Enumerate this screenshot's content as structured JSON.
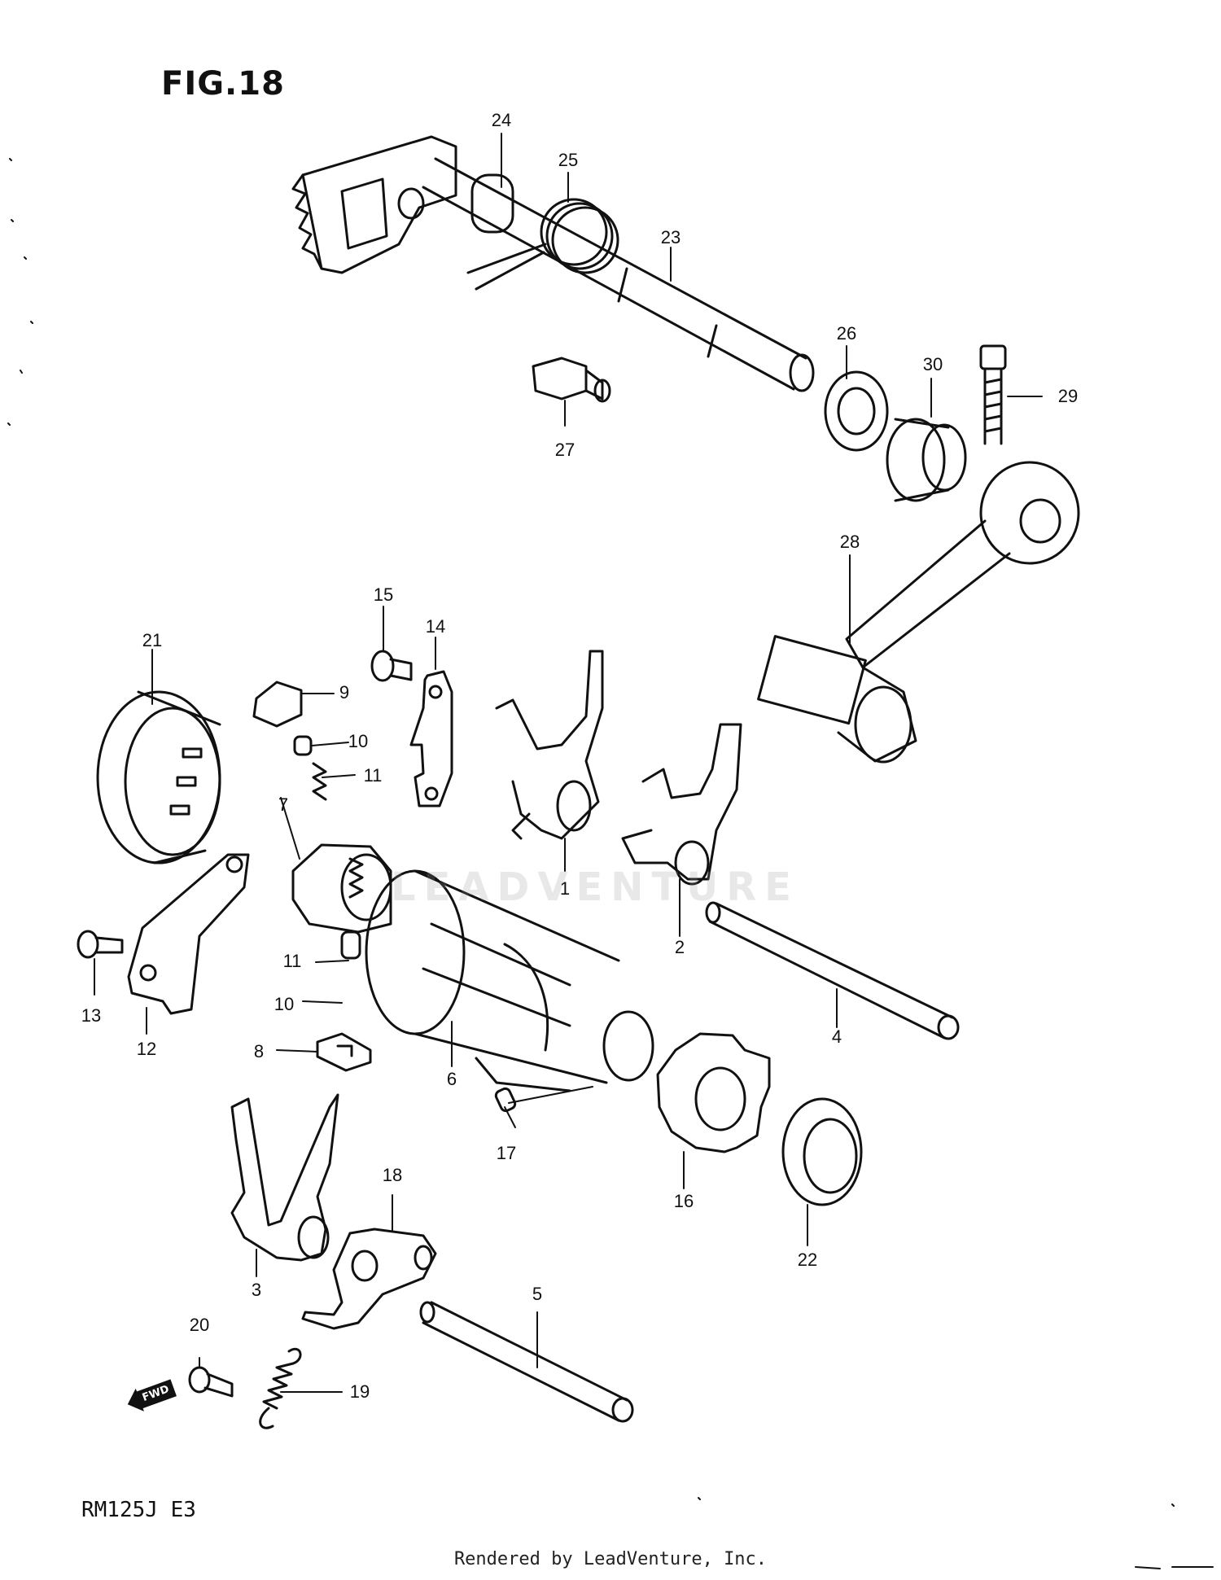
{
  "figure_title": "FIG.18",
  "model_code": "RM125J  E3",
  "credit": "Rendered by LeadVenture, Inc.",
  "watermark": "LEADVENTURE",
  "fwd_label": "FWD",
  "callouts": {
    "n1": "1",
    "n2": "2",
    "n3": "3",
    "n4": "4",
    "n5": "5",
    "n6": "6",
    "n7": "7",
    "n8": "8",
    "n9": "9",
    "n10a": "10",
    "n10b": "10",
    "n11a": "11",
    "n11b": "11",
    "n12": "12",
    "n13": "13",
    "n14": "14",
    "n15": "15",
    "n16": "16",
    "n17": "17",
    "n18": "18",
    "n19": "19",
    "n20": "20",
    "n21": "21",
    "n22": "22",
    "n23": "23",
    "n24": "24",
    "n25": "25",
    "n26": "26",
    "n27": "27",
    "n28": "28",
    "n29": "29",
    "n30": "30"
  }
}
